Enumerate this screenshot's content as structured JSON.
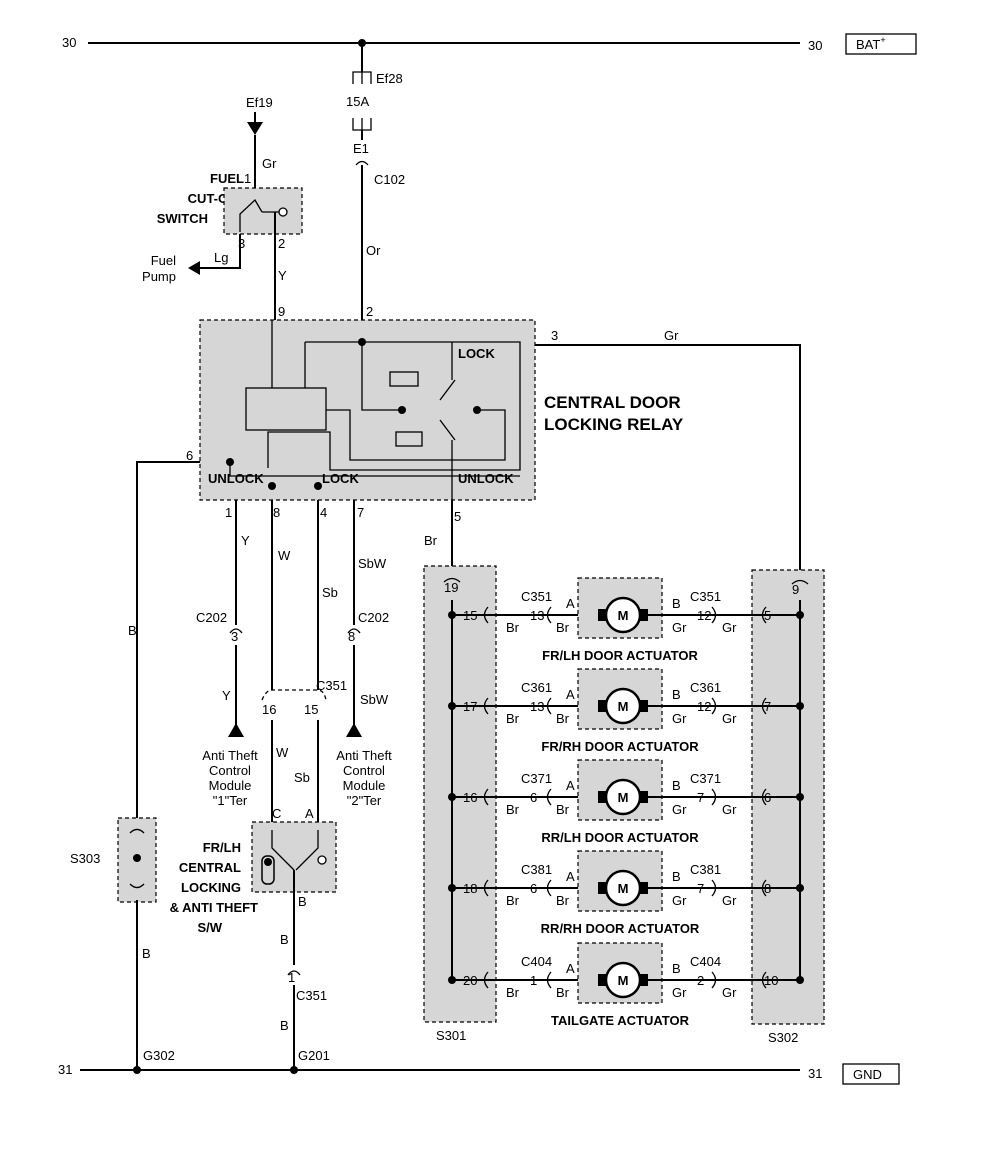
{
  "rails": {
    "top_left": "30",
    "top_right": "30",
    "top_tag": "BAT",
    "top_tag_sup": "+",
    "bottom_left": "31",
    "bottom_right": "31",
    "bottom_tag": "GND"
  },
  "fuse": {
    "name": "Ef28",
    "rating": "15A",
    "pin": "E1",
    "connector": "C102",
    "wire": "Or"
  },
  "fuel_cutoff": {
    "title_lines": [
      "FUEL",
      "CUT-OFF",
      "SWITCH"
    ],
    "feed": "Ef19",
    "feed_wire": "Gr",
    "pin1": "1",
    "pin2": "2",
    "pin3": "3",
    "pump_wire": "Lg",
    "pump_label_lines": [
      "Fuel",
      "Pump"
    ],
    "out_wire": "Y"
  },
  "relay": {
    "title_lines": [
      "CENTRAL DOOR",
      "LOCKING RELAY"
    ],
    "pin9": "9",
    "pin2": "2",
    "pin3": "3",
    "pin3_wire": "Gr",
    "pin6": "6",
    "pin1": "1",
    "pin8": "8",
    "pin4": "4",
    "pin7": "7",
    "pin5": "5",
    "unlock_left": "UNLOCK",
    "lock_mid": "LOCK",
    "lock_right": "LOCK",
    "unlock_right": "UNLOCK"
  },
  "left_wires": {
    "w6": "B",
    "w1": "Y",
    "w8": "W",
    "w4": "Sb",
    "w7": "SbW",
    "c202a": "C202",
    "c202a_pin": "3",
    "c202b": "C202",
    "c202b_pin": "8",
    "c202a_out": "Y",
    "c202b_out": "SbW",
    "c351": "C351",
    "c351_pin16": "16",
    "c351_pin15": "15",
    "c351_w16": "W",
    "c351_w15": "Sb",
    "atm1_lines": [
      "Anti Theft",
      "Control",
      "Module",
      "\"1\"Ter"
    ],
    "atm2_lines": [
      "Anti Theft",
      "Control",
      "Module",
      "\"2\"Ter"
    ]
  },
  "switch": {
    "title_lines": [
      "FR/LH",
      "CENTRAL",
      "LOCKING",
      "& ANTI THEFT",
      "S/W"
    ],
    "pinC": "C",
    "pinA": "A",
    "pinB": "B",
    "out_wire": "B",
    "conn": "C351",
    "conn_pin": "1",
    "conn_wire": "B"
  },
  "s303": {
    "name": "S303",
    "wire": "B",
    "ground": "G302"
  },
  "ground_mid": "G201",
  "s301": {
    "name": "S301",
    "top_pin": "19",
    "feed_wire": "Br"
  },
  "s302": {
    "name": "S302",
    "top_pin": "9"
  },
  "actuators": [
    {
      "title": "FR/LH DOOR ACTUATOR",
      "s301_pin": "15",
      "conn_l": "C351",
      "pin_l": "13",
      "wire_l1": "Br",
      "wire_l2": "Br",
      "a": "A",
      "b": "B",
      "conn_r": "C351",
      "pin_r": "12",
      "wire_r1": "Gr",
      "wire_r2": "Gr",
      "s302_pin": "5",
      "motor": "M"
    },
    {
      "title": "FR/RH DOOR ACTUATOR",
      "s301_pin": "17",
      "conn_l": "C361",
      "pin_l": "13",
      "wire_l1": "Br",
      "wire_l2": "Br",
      "a": "A",
      "b": "B",
      "conn_r": "C361",
      "pin_r": "12",
      "wire_r1": "Gr",
      "wire_r2": "Gr",
      "s302_pin": "7",
      "motor": "M"
    },
    {
      "title": "RR/LH DOOR ACTUATOR",
      "s301_pin": "16",
      "conn_l": "C371",
      "pin_l": "6",
      "wire_l1": "Br",
      "wire_l2": "Br",
      "a": "A",
      "b": "B",
      "conn_r": "C371",
      "pin_r": "7",
      "wire_r1": "Gr",
      "wire_r2": "Gr",
      "s302_pin": "6",
      "motor": "M"
    },
    {
      "title": "RR/RH DOOR ACTUATOR",
      "s301_pin": "18",
      "conn_l": "C381",
      "pin_l": "6",
      "wire_l1": "Br",
      "wire_l2": "Br",
      "a": "A",
      "b": "B",
      "conn_r": "C381",
      "pin_r": "7",
      "wire_r1": "Gr",
      "wire_r2": "Gr",
      "s302_pin": "8",
      "motor": "M"
    },
    {
      "title": "TAILGATE ACTUATOR",
      "s301_pin": "20",
      "conn_l": "C404",
      "pin_l": "1",
      "wire_l1": "Br",
      "wire_l2": "Br",
      "a": "A",
      "b": "B",
      "conn_r": "C404",
      "pin_r": "2",
      "wire_r1": "Gr",
      "wire_r2": "Gr",
      "s302_pin": "10",
      "motor": "M"
    }
  ]
}
